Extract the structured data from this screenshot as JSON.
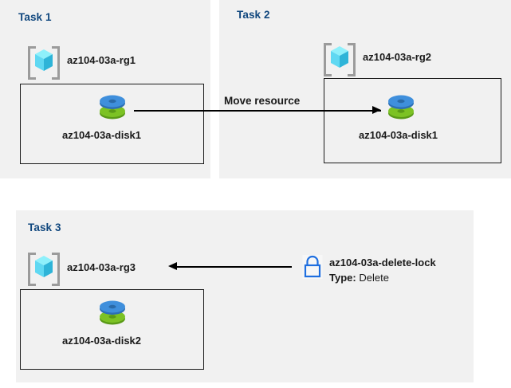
{
  "diagram": {
    "title_text_color": "#10477e",
    "panel_bg": "#f1f1f1",
    "page_bg": "#ffffff"
  },
  "tasks": [
    {
      "id": "task1",
      "label": "Task 1",
      "resource_group": {
        "icon": "resource-group-icon",
        "label": "az104-03a-rg1"
      },
      "resources": [
        {
          "icon": "disk-icon",
          "label": "az104-03a-disk1"
        }
      ]
    },
    {
      "id": "task2",
      "label": "Task 2",
      "resource_group": {
        "icon": "resource-group-icon",
        "label": "az104-03a-rg2"
      },
      "resources": [
        {
          "icon": "disk-icon",
          "label": "az104-03a-disk1"
        }
      ]
    },
    {
      "id": "task3",
      "label": "Task 3",
      "resource_group": {
        "icon": "resource-group-icon",
        "label": "az104-03a-rg3"
      },
      "resources": [
        {
          "icon": "disk-icon",
          "label": "az104-03a-disk2"
        }
      ],
      "lock": {
        "icon": "lock-icon",
        "label": "az104-03a-delete-lock",
        "type_key": "Type:",
        "type_value": "Delete",
        "icon_color": "#1f6fe0"
      }
    }
  ],
  "connectors": [
    {
      "id": "move-resource",
      "label": "Move resource",
      "direction": "right"
    },
    {
      "id": "lock-applies-to-rg3",
      "label": "",
      "direction": "left"
    }
  ],
  "colors": {
    "disk_top": "#3f8fdc",
    "disk_bottom": "#76b82a",
    "cube_cyan": "#63e2f5",
    "bracket_gray": "#9b9b9b",
    "lock_blue": "#1f6fe0",
    "title_blue": "#10477e"
  }
}
